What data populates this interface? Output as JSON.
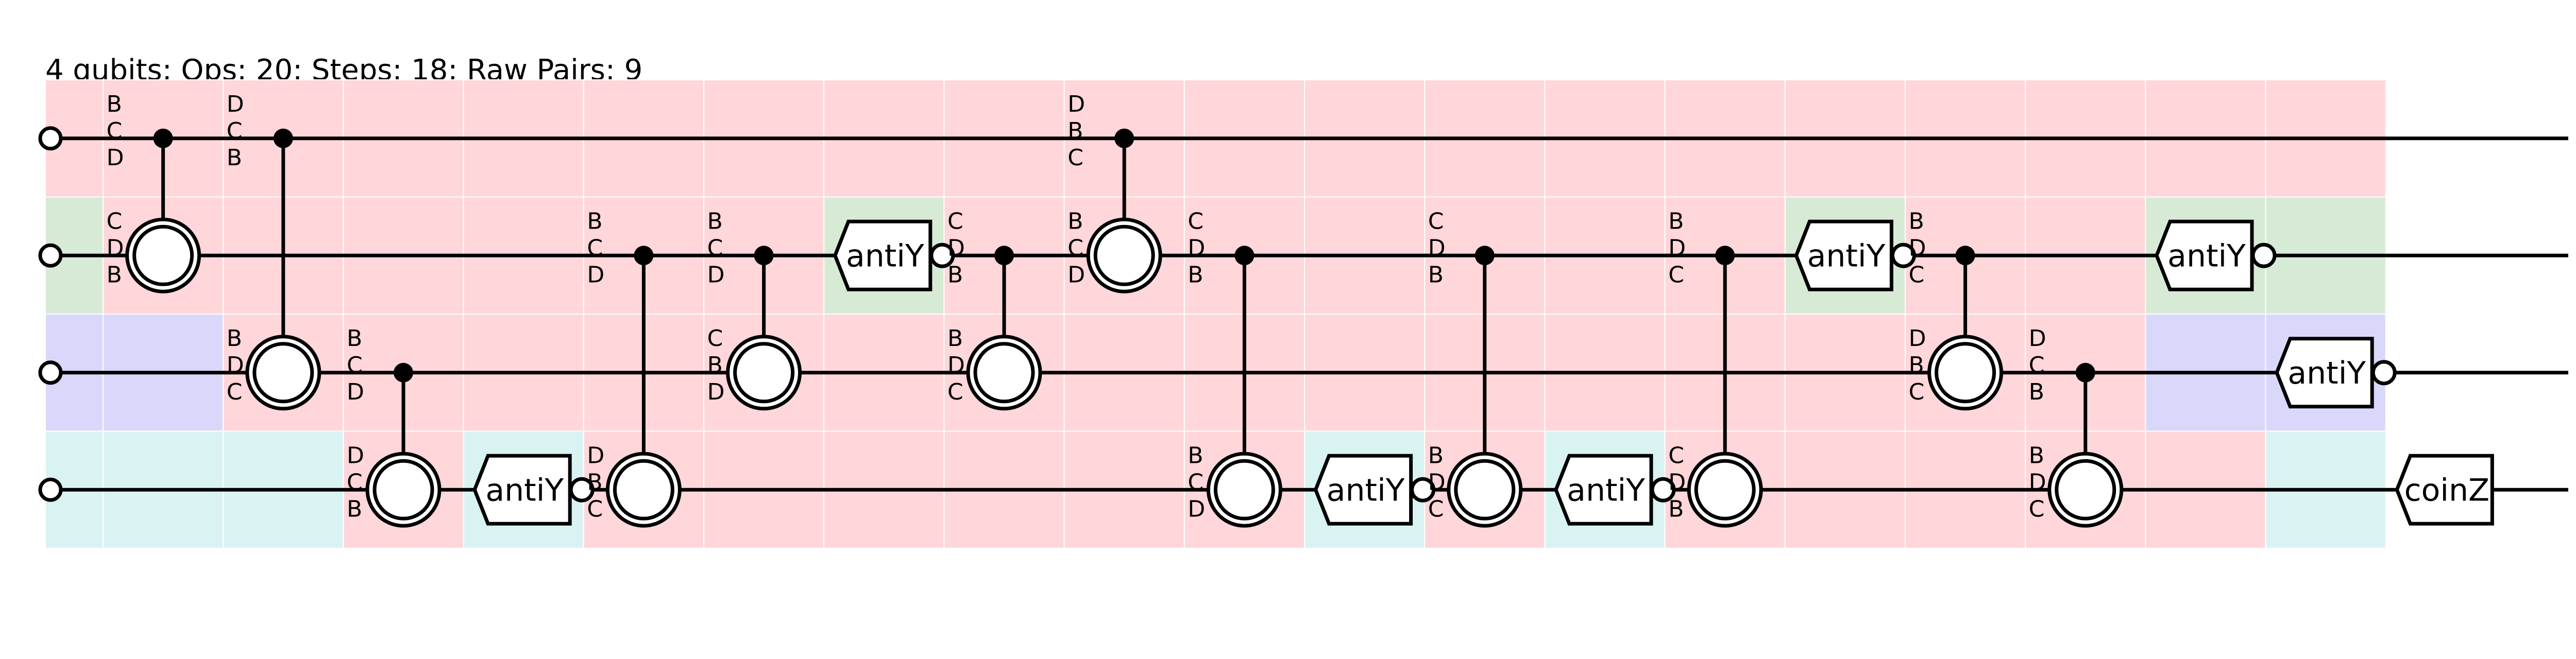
{
  "summary": "4 qubits; Ops: 20; Steps: 18; Raw Pairs: 9",
  "colors": {
    "red": "#ffd6d9",
    "green": "#d7ead6",
    "blue": "#d9d8fb",
    "cyan": "#d9f3f3",
    "line": "#000000",
    "gate_fill": "#ffffff"
  },
  "wires": 4,
  "steps": 20,
  "cell_colors": [
    [
      "red",
      "red",
      "red",
      "red",
      "red",
      "red",
      "red",
      "red",
      "red",
      "red",
      "red",
      "red",
      "red",
      "red",
      "red",
      "red",
      "red",
      "red",
      "red",
      "red"
    ],
    [
      "green",
      "red",
      "red",
      "red",
      "red",
      "red",
      "red",
      "green",
      "red",
      "red",
      "red",
      "red",
      "red",
      "red",
      "red",
      "green",
      "red",
      "red",
      "green",
      "green"
    ],
    [
      "blue",
      "blue",
      "red",
      "red",
      "red",
      "red",
      "red",
      "red",
      "red",
      "red",
      "red",
      "red",
      "red",
      "red",
      "red",
      "red",
      "red",
      "red",
      "blue",
      "blue"
    ],
    [
      "cyan",
      "cyan",
      "cyan",
      "red",
      "cyan",
      "red",
      "red",
      "red",
      "red",
      "red",
      "red",
      "cyan",
      "red",
      "cyan",
      "red",
      "red",
      "red",
      "red",
      "red",
      "cyan"
    ]
  ],
  "ops": [
    {
      "type": "controlled",
      "step": 1,
      "control": 0,
      "target": 1,
      "labels": [
        "B",
        "C",
        "D"
      ],
      "target_labels": [
        "C",
        "D",
        "B"
      ]
    },
    {
      "type": "controlled",
      "step": 2,
      "control": 0,
      "target": 2,
      "labels": [
        "D",
        "C",
        "B"
      ],
      "target_labels": [
        "B",
        "D",
        "C"
      ]
    },
    {
      "type": "controlled",
      "step": 3,
      "control": 2,
      "target": 3,
      "labels": [
        "B",
        "C",
        "D"
      ],
      "target_labels": [
        "D",
        "C",
        "B"
      ]
    },
    {
      "type": "gate",
      "step": 4,
      "wire": 3,
      "text": "antiY"
    },
    {
      "type": "controlled",
      "step": 5,
      "control": 1,
      "target": 3,
      "labels": [
        "B",
        "C",
        "D"
      ],
      "target_labels": [
        "D",
        "B",
        "C"
      ]
    },
    {
      "type": "controlled",
      "step": 6,
      "control": 1,
      "target": 2,
      "labels": [
        "B",
        "C",
        "D"
      ],
      "target_labels": [
        "C",
        "B",
        "D"
      ]
    },
    {
      "type": "gate",
      "step": 7,
      "wire": 1,
      "text": "antiY"
    },
    {
      "type": "controlled",
      "step": 8,
      "control": 1,
      "target": 2,
      "labels": [
        "C",
        "D",
        "B"
      ],
      "target_labels": [
        "B",
        "D",
        "C"
      ]
    },
    {
      "type": "controlled",
      "step": 9,
      "control": 0,
      "target": 1,
      "labels": [
        "D",
        "B",
        "C"
      ],
      "target_labels": [
        "B",
        "C",
        "D"
      ]
    },
    {
      "type": "controlled",
      "step": 10,
      "control": 1,
      "target": 3,
      "labels": [
        "C",
        "D",
        "B"
      ],
      "target_labels": [
        "B",
        "C",
        "D"
      ]
    },
    {
      "type": "gate",
      "step": 11,
      "wire": 3,
      "text": "antiY"
    },
    {
      "type": "controlled",
      "step": 12,
      "control": 1,
      "target": 3,
      "labels": [
        "C",
        "D",
        "B"
      ],
      "target_labels": [
        "B",
        "D",
        "C"
      ]
    },
    {
      "type": "gate",
      "step": 13,
      "wire": 3,
      "text": "antiY"
    },
    {
      "type": "controlled",
      "step": 14,
      "control": 1,
      "target": 3,
      "labels": [
        "B",
        "D",
        "C"
      ],
      "target_labels": [
        "C",
        "D",
        "B"
      ]
    },
    {
      "type": "gate",
      "step": 15,
      "wire": 1,
      "text": "antiY"
    },
    {
      "type": "controlled",
      "step": 16,
      "control": 1,
      "target": 2,
      "labels": [
        "B",
        "D",
        "C"
      ],
      "target_labels": [
        "D",
        "B",
        "C"
      ]
    },
    {
      "type": "controlled",
      "step": 17,
      "control": 2,
      "target": 3,
      "labels": [
        "D",
        "C",
        "B"
      ],
      "target_labels": [
        "B",
        "D",
        "C"
      ]
    },
    {
      "type": "gate",
      "step": 18,
      "wire": 1,
      "text": "antiY"
    },
    {
      "type": "gate",
      "step": 19,
      "wire": 2,
      "text": "antiY"
    },
    {
      "type": "gate",
      "step": 20,
      "wire": 3,
      "text": "coinZ",
      "no_bubble": true
    }
  ]
}
